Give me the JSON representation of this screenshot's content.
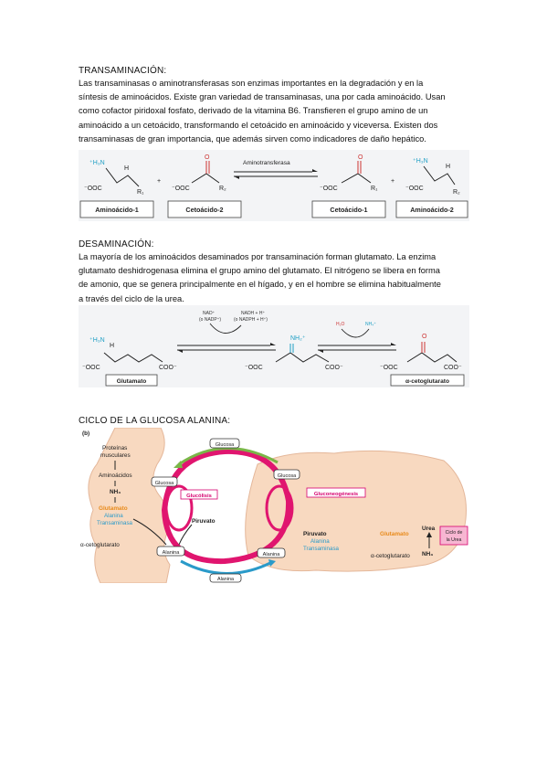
{
  "sections": {
    "transaminacion": {
      "heading": "TRANSAMINACIÓN:",
      "lines": [
        "Las transaminasas o aminotransferasas son enzimas importantes en la degradación y en la",
        "síntesis de aminoácidos. Existe gran variedad de transaminasas, una por cada aminoácido. Usan",
        "como cofactor piridoxal fosfato, derivado de la vitamina B6. Transfieren el grupo amino de un",
        "aminoácido a un cetoácido, transformando el cetoácido en aminoácido y viceversa. Existen dos",
        "transaminasas de gran importancia, que además sirven como indicadores de daño hepático."
      ],
      "figure": {
        "enzyme": "Aminotransferasa",
        "plus": "+",
        "boxes": [
          "Aminoácido-1",
          "Cetoácido-2",
          "Cetoácido-1",
          "Aminoácido-2"
        ],
        "h3n": "⁺H₃N",
        "h": "H",
        "r1": "R₁",
        "r2": "R₂",
        "ooc": "⁻OOC",
        "o": "O"
      }
    },
    "desaminacion": {
      "heading": "DESAMINACIÓN:",
      "lines": [
        "La mayoría de los aminoácidos desaminados por transaminación forman glutamato. La enzima",
        "glutamato deshidrogenasa elimina el grupo amino del glutamato. El nitrógeno se libera en forma",
        "de amonio, que se genera principalmente en el hígado, y en el hombre se elimina habitualmente",
        "a través del ciclo de la urea."
      ],
      "figure": {
        "nad": "NAD⁺",
        "nadp": "(o NADP⁺)",
        "nadh": "NADH + H⁺",
        "nadph": "(o NADPH + H⁺)",
        "h2o": "H₂O",
        "nh4": "NH₄⁺",
        "nh2": "NH₂⁺",
        "h3n": "⁺H₃N",
        "h": "H",
        "ooc": "⁻OOC",
        "coo": "COO⁻",
        "o": "O",
        "boxes": [
          "Glutamato",
          "α-cetoglutarato"
        ]
      }
    },
    "ciclo": {
      "heading": "CICLO DE LA GLUCOSA ALANINA:",
      "figure": {
        "panel": "(b)",
        "proteinas": "Proteínas",
        "musculares": "musculares",
        "aminoacidos": "Aminoácidos",
        "nh3": "NH₃",
        "glutamato": "Glutamato",
        "alanina_trans_1": "Alanina",
        "alanina_trans_2": "Transaminasa",
        "aceto": "α-cetoglutarato",
        "glucosa": "Glucosa",
        "glucolisis": "Glucólisis",
        "gluconeogenesis": "Gluconeogénesis",
        "piruvato": "Piruvato",
        "alanina": "Alanina",
        "urea": "Urea",
        "ciclo_urea_1": "Ciclo de",
        "ciclo_urea_2": "la Urea"
      }
    }
  },
  "colors": {
    "cyan": "#1d9ec4",
    "red": "#cc3333",
    "pink": "#e0156f",
    "orange": "#e88a1a",
    "green": "#7ab648",
    "blue": "#2a9ac9",
    "tissue": "#f8d9c0"
  }
}
